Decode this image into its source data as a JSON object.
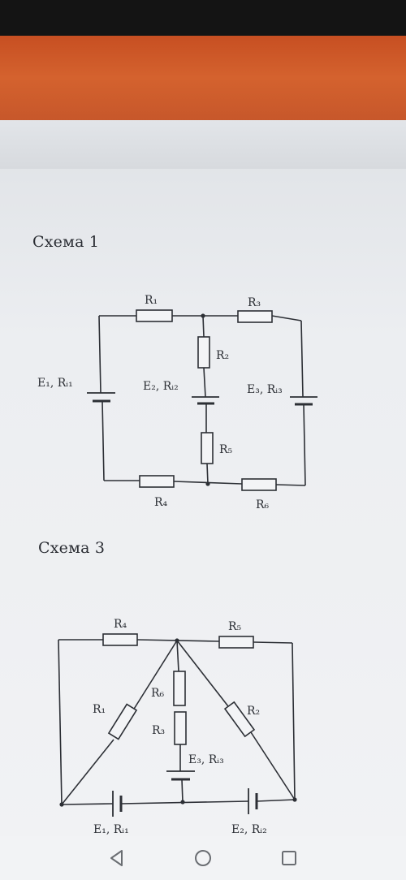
{
  "schema1": {
    "title": "Схема 1",
    "labels": {
      "r1": "R₁",
      "r2": "R₂",
      "r3": "R₃",
      "r4": "R₄",
      "r5": "R₅",
      "r6": "R₆",
      "e1": "E₁, Rᵢ₁",
      "e2": "E₂, Rᵢ₂",
      "e3": "E₃, Rᵢ₃"
    }
  },
  "schema3": {
    "title": "Схема 3",
    "labels": {
      "r1": "R₁",
      "r2": "R₂",
      "r3": "R₃",
      "r4": "R₄",
      "r5": "R₅",
      "r6": "R₆",
      "e1": "E₁, Rᵢ₁",
      "e2": "E₂, Rᵢ₂",
      "e3": "E₃, Rᵢ₃"
    }
  },
  "navbar": {
    "back_icon": "back-icon",
    "home_icon": "home-icon",
    "recents_icon": "recents-icon"
  },
  "colors": {
    "ink": "#2c2f35",
    "paper": "#eef0f2",
    "desk": "#d25a28"
  }
}
